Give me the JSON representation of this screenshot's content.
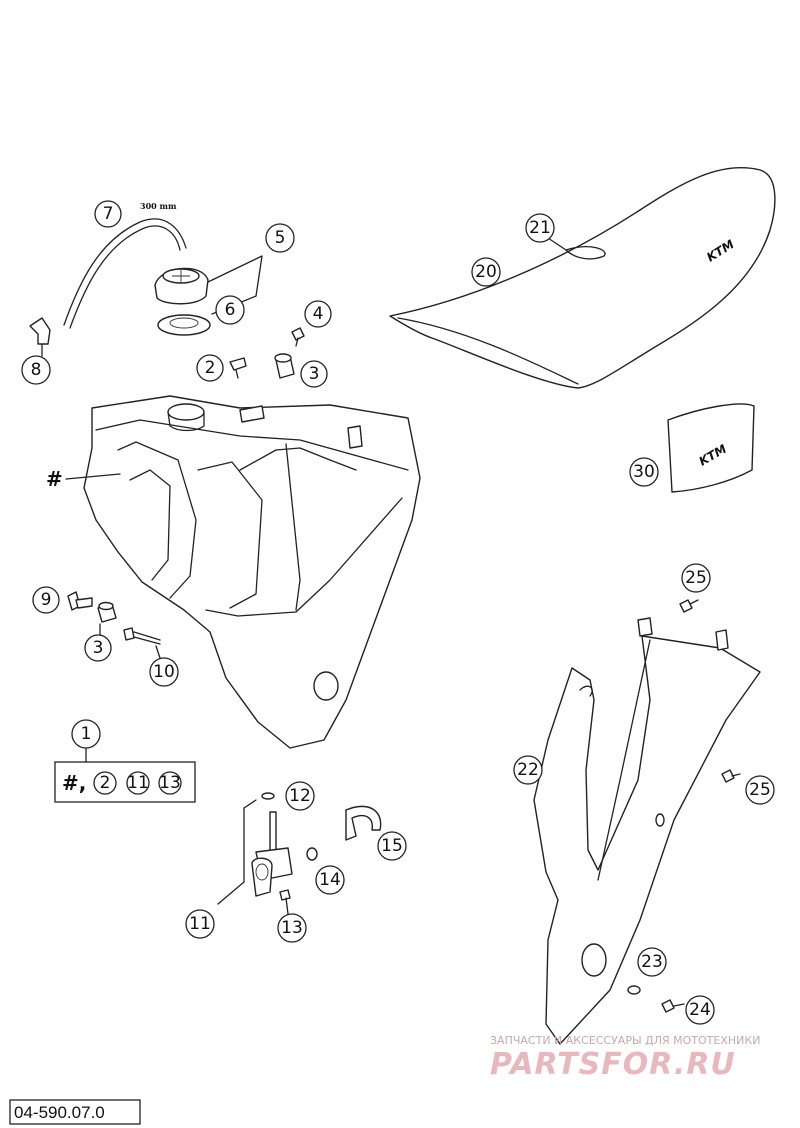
{
  "diagram": {
    "hose_length_label": "300 mm",
    "assembly_marker": "#",
    "kit_box": {
      "prefix": "#,",
      "items": [
        "2",
        "11",
        "13"
      ]
    },
    "callouts": {
      "c1": "1",
      "c2": "2",
      "c3a": "3",
      "c3b": "3",
      "c4": "4",
      "c5": "5",
      "c6": "6",
      "c7": "7",
      "c8": "8",
      "c9": "9",
      "c10": "10",
      "c11": "11",
      "c12": "12",
      "c13": "13",
      "c14": "14",
      "c15": "15",
      "c20": "20",
      "c21": "21",
      "c22": "22",
      "c23": "23",
      "c24": "24",
      "c25a": "25",
      "c25b": "25",
      "c30": "30"
    },
    "part_code": "04-590.07.0"
  },
  "watermark": {
    "tagline": "ЗАПЧАСТИ И АКСЕССУАРЫ ДЛЯ МОТОТЕХНИКИ",
    "brand": "PARTSFOR.RU"
  },
  "brand_logo_text": "KTM"
}
